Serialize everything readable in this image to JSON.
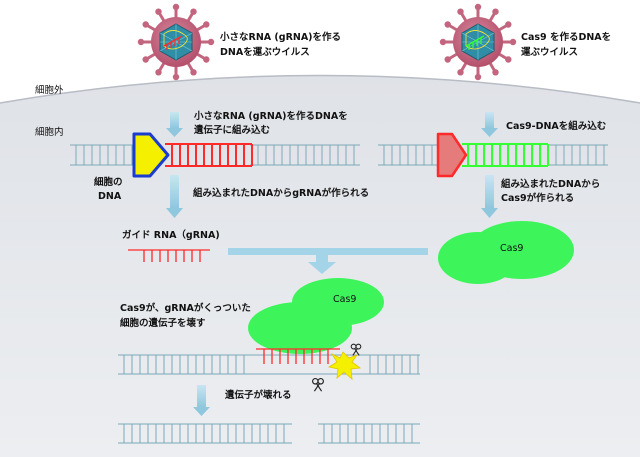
{
  "virus_left": {
    "line1": "小さなRNA (gRNA)を作る",
    "line2": "DNAを運ぶウイルス"
  },
  "virus_right": {
    "line1": "Cas9 を作るDNAを",
    "line2": "運ぶウイルス"
  },
  "region": {
    "outside": "細胞外",
    "inside": "細胞内"
  },
  "cell_dna": {
    "line1": "細胞の",
    "line2": "DNA"
  },
  "step_left_integrate": {
    "line1": "小さなRNA (gRNA)を作るDNAを",
    "line2": "遺伝子に組み込む"
  },
  "step_right_integrate": "Cas9-DNAを組み込む",
  "step_left_make": "組み込まれたDNAからgRNAが作られる",
  "step_right_make": {
    "line1": "組み込まれたDNAから",
    "line2": "Cas9が作られる"
  },
  "guide_rna_label": "ガイド RNA（gRNA)",
  "cas9_label": "Cas9",
  "cas9_complex_label": "Cas9",
  "cut_step": {
    "line1": "Cas9が、gRNAがくっついた",
    "line2": "細胞の遺伝子を壊す"
  },
  "broken": "遺伝子が壊れる",
  "colors": {
    "virus_pink": "#c3657e",
    "dna_red": "#ff2a2a",
    "dna_green": "#33ff33",
    "cas9_green": "#3df55a",
    "arrow_yellow": "#f4f000",
    "arrow_blue": "#1a3ccf",
    "arrow_pink": "#e57b7b",
    "cell_bg": "#e2e5ea",
    "flow_arrow": "#a4d4e8",
    "dna_gray": "#7aa9b7"
  }
}
